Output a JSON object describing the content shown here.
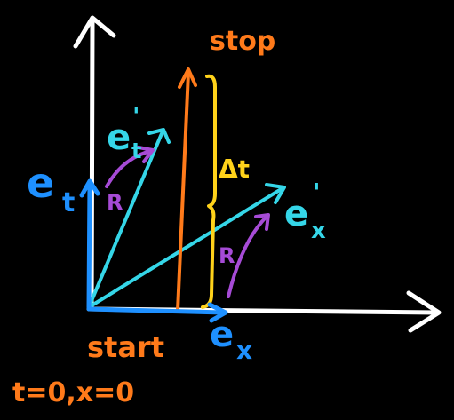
{
  "labels": {
    "stop": "stop",
    "start": "start",
    "origin_condition": "t=0,x=0",
    "delta_t": "Δt",
    "e_t": "e",
    "e_t_sub": "t",
    "e_t_prime": "e",
    "e_t_prime_sup": "'",
    "e_t_prime_sub": "t",
    "e_x": "e",
    "e_x_sub": "x",
    "e_x_prime": "e",
    "e_x_prime_sup": "'",
    "e_x_prime_sub": "x",
    "rotation_upper": "R",
    "rotation_lower": "R"
  },
  "colors": {
    "background": "#000000",
    "axes": "#ffffff",
    "orange": "#ff7a1a",
    "yellow": "#ffd21a",
    "blue": "#1e90ff",
    "cyan": "#35d6e8",
    "purple": "#a64bd6"
  }
}
